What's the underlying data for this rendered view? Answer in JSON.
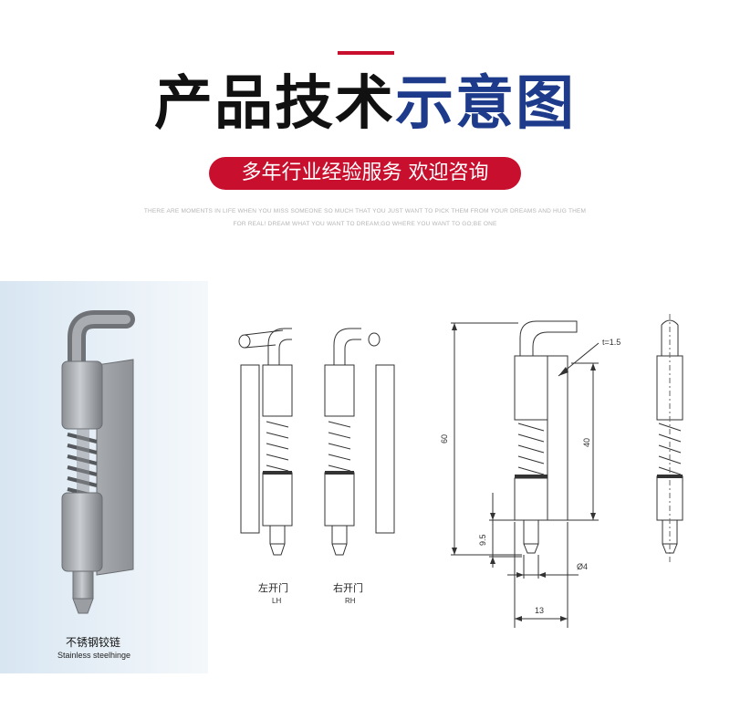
{
  "header": {
    "title_part1": "产品技术",
    "title_part2": "示意图",
    "pill_text": "多年行业经验服务 欢迎咨询",
    "subtext_line1": "THERE ARE MOMENTS IN LIFE WHEN YOU MISS SOMEONE SO MUCH THAT YOU JUST WANT TO PICK THEM FROM YOUR DREAMS AND HUG THEM",
    "subtext_line2": "FOR REAL! DREAM WHAT YOU WANT TO DREAM;GO WHERE YOU WANT TO GO;BE ONE"
  },
  "product": {
    "name_cn": "不锈钢铰链",
    "name_en": "Stainless steelhinge"
  },
  "variants": {
    "left": {
      "cn": "左开门",
      "en": "LH"
    },
    "right": {
      "cn": "右开门",
      "en": "RH"
    }
  },
  "dimensions": {
    "thickness": "t=1.5",
    "total_height": "60",
    "body_height": "40",
    "pin_length": "9.5",
    "pin_diameter": "Ø4",
    "width": "13"
  },
  "colors": {
    "accent_red": "#c8102e",
    "title_blue": "#1e3a8a",
    "title_black": "#111111"
  }
}
